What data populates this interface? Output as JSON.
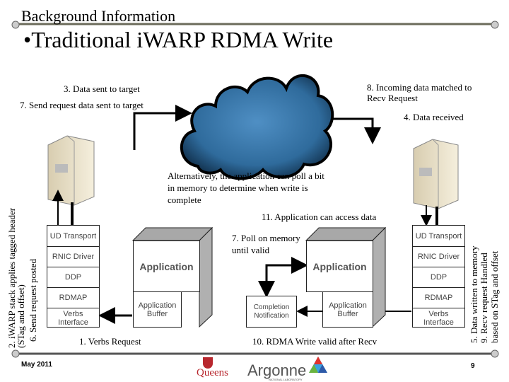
{
  "header": {
    "section": "Background Information",
    "title": "•Traditional iWARP RDMA Write"
  },
  "stack_layers": [
    "UD Transport",
    "RNIC Driver",
    "DDP",
    "RDMAP",
    "Verbs Interface"
  ],
  "left": {
    "application": "Application",
    "buffer": "Application Buffer"
  },
  "right": {
    "application": "Application",
    "buffer": "Application Buffer",
    "completion": "Completion Notification"
  },
  "labels": {
    "send_request": "7. Send request data sent to target",
    "data_sent": "3. Data sent to target",
    "incoming_matched": "8. Incoming data matched to Recv Request",
    "data_received": "4. Data received",
    "alternatively": "Alternatively, the application can poll a bit in memory to determine when write is complete",
    "app_access": "11. Application can access data",
    "poll": "7. Poll on memory until valid",
    "verbs_request": "1. Verbs Request",
    "rdma_valid": "10. RDMA Write valid after Recv",
    "iwarp_stack": "2. iWARP stack applies tagged header (STag and offset)",
    "send_posted": "6. Send request posted",
    "data_written": "5. Data written to memory",
    "recv_handled": "9. Recv request Handled",
    "based_on": "based on STag and offset"
  },
  "footer": {
    "date": "May 2011",
    "page": "9",
    "logo_queens": "Queens",
    "logo_argonne": "Argonne",
    "logo_argonne_sub": "NATIONAL LABORATORY"
  },
  "colors": {
    "cloud": "#2f6b9c",
    "rule": "#6b6b5a",
    "box_shade": "#a8a8a8"
  }
}
